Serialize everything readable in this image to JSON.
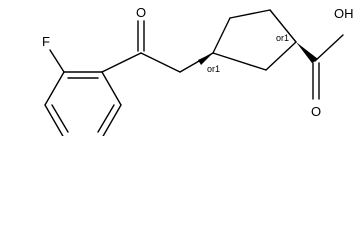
{
  "molecule": {
    "atoms": {
      "fluorine": "F",
      "ketone_oxygen": "O",
      "acid_oxygen": "O",
      "hydroxyl": "OH"
    },
    "stereo_labels": {
      "ring_c1": "or1",
      "ring_c3": "or1"
    }
  }
}
